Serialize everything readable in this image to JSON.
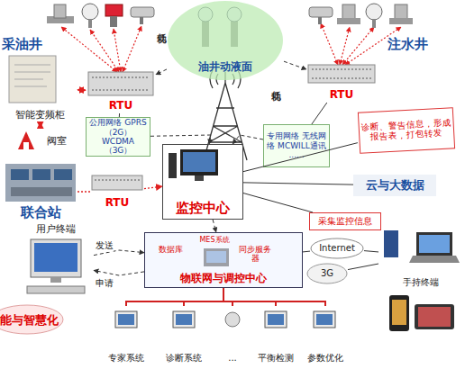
{
  "diagram": {
    "nodes": [
      {
        "text": [
          "RTU"
        ]
      },
      {
        "text": [
          "油井动液面"
        ]
      },
      {
        "text": [
          "RTU"
        ]
      },
      {
        "text": [
          "智能变频柜"
        ]
      },
      {
        "text": [
          "阀室"
        ]
      },
      {
        "text": [
          "公用网络 GPRS（2G） WCDMA（3G）"
        ]
      },
      {
        "text": [
          "专用网络 无线网络 MCWILL通讯 ......"
        ]
      },
      {
        "text": [
          "联合站"
        ]
      },
      {
        "text": [
          "RTU"
        ]
      },
      {
        "text": [
          "监控中心"
        ]
      },
      {
        "text": [
          "诊断、警告信息，形成报告表，打包转发"
        ]
      },
      {
        "text": [
          "云与大数据"
        ]
      },
      {
        "text": [
          "采集监控信息"
        ]
      },
      {
        "text": [
          "用户终端"
        ]
      },
      {
        "text": [
          "物联网与调控中心"
        ]
      },
      {
        "text": [
          "数据库"
        ],
        "in": 14
      },
      {
        "text": [
          "MES系统"
        ],
        "in": 14
      },
      {
        "text": [
          "同步服务器"
        ],
        "in": 14
      },
      {
        "text": [
          "Internet"
        ]
      },
      {
        "text": [
          "3G"
        ]
      },
      {
        "text": [
          "手持终端"
        ]
      },
      {
        "text": [
          "专家系统"
        ]
      },
      {
        "text": [
          "诊断系统"
        ]
      },
      {
        "text": [
          "..."
        ]
      },
      {
        "text": [
          "平衡检测"
        ]
      },
      {
        "text": [
          "参数优化"
        ]
      }
    ],
    "edges": [
      {
        "from": 1,
        "to": 0,
        "label": "低功耗",
        "arrow": "to"
      },
      {
        "from": 1,
        "to": 2,
        "label": "低功耗",
        "arrow": "to"
      },
      {
        "from": 3,
        "to": 0,
        "arrow": "both"
      },
      {
        "from": 4,
        "to": 3,
        "arrow": "both"
      },
      {
        "from": 0,
        "to": 5,
        "arrow": "none"
      },
      {
        "from": 5,
        "to": 9,
        "arrow": "to"
      },
      {
        "from": 2,
        "to": 6,
        "arrow": "none"
      },
      {
        "from": 6,
        "to": 9,
        "arrow": "to"
      },
      {
        "from": 7,
        "to": 8,
        "arrow": "none"
      },
      {
        "from": 8,
        "to": 9,
        "arrow": "to"
      },
      {
        "from": 9,
        "to": 10,
        "arrow": "none"
      },
      {
        "from": 9,
        "to": 11,
        "arrow": "none"
      },
      {
        "from": 9,
        "to": 12,
        "arrow": "none"
      },
      {
        "from": 9,
        "to": 14,
        "arrow": "to"
      },
      {
        "from": 13,
        "to": 14,
        "label": "发送",
        "arrow": "to"
      },
      {
        "from": 14,
        "to": 13,
        "label": "申请",
        "arrow": "to"
      },
      {
        "from": 14,
        "to": 18,
        "arrow": "none"
      },
      {
        "from": 18,
        "to": 20,
        "arrow": "none"
      },
      {
        "from": 19,
        "to": 20,
        "arrow": "none"
      },
      {
        "from": 14,
        "to": 21,
        "arrow": "none"
      },
      {
        "from": 14,
        "to": 22,
        "arrow": "none"
      },
      {
        "from": 14,
        "to": 23,
        "arrow": "none"
      },
      {
        "from": 14,
        "to": 24,
        "arrow": "none"
      },
      {
        "from": 14,
        "to": 25,
        "arrow": "none"
      }
    ],
    "labels": [
      "采油井",
      "注水井",
      "能与智慧化"
    ]
  }
}
